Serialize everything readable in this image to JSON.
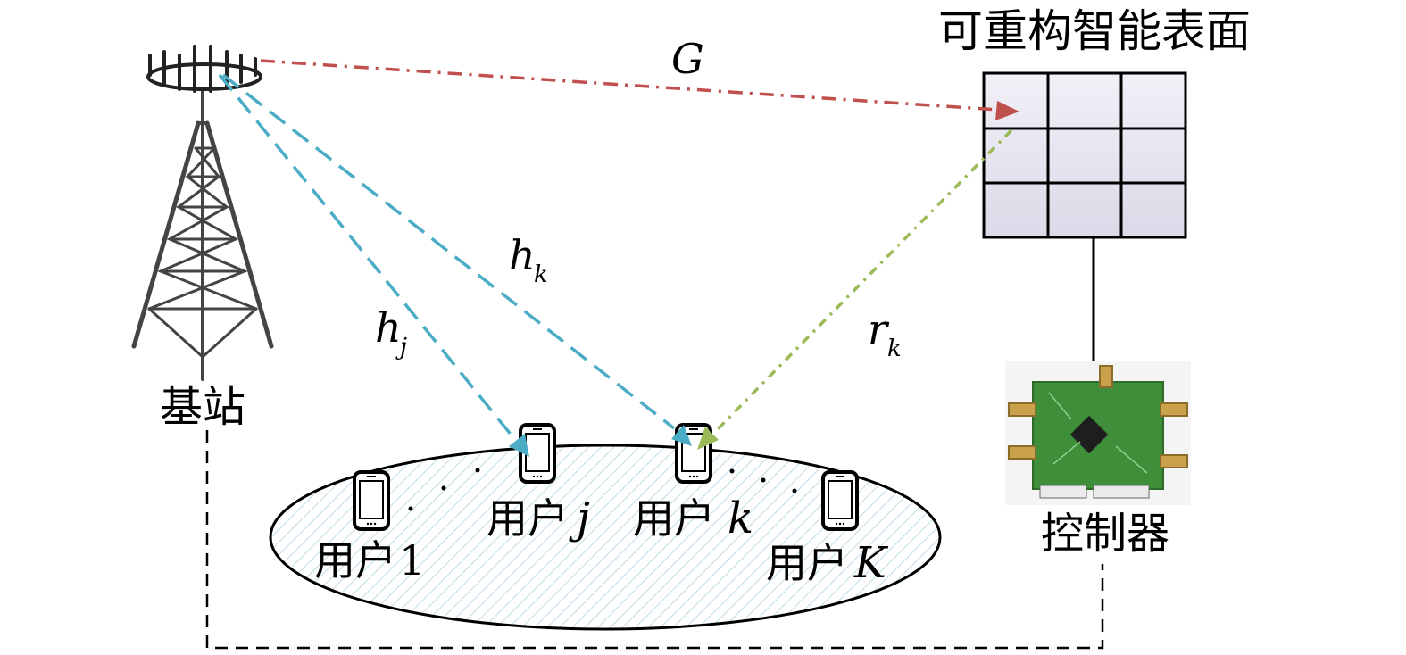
{
  "labels": {
    "ris": "可重构智能表面",
    "base_station": "基站",
    "controller": "控制器",
    "user_1": {
      "text": "用户",
      "index": "1"
    },
    "user_j": {
      "text": "用户",
      "index": "j"
    },
    "user_k": {
      "text": "用户",
      "index": "k"
    },
    "user_K": {
      "text": "用户",
      "index": "K"
    }
  },
  "channels": {
    "G": {
      "symbol": "G"
    },
    "hk": {
      "symbol": "h",
      "subscript": "k"
    },
    "hj": {
      "symbol": "h",
      "subscript": "j"
    },
    "rk": {
      "symbol": "r",
      "subscript": "k"
    }
  },
  "colors": {
    "g_link": "#c0504d",
    "h_link": "#4bacc6",
    "r_link": "#9bbb59",
    "ris_tile": "#e4e2ee",
    "pcb_green": "#3f8f3a",
    "stroke": "#000000"
  },
  "icons": [
    "antenna-tower-icon",
    "phone-icon",
    "controller-board-icon",
    "ris-panel-icon"
  ]
}
